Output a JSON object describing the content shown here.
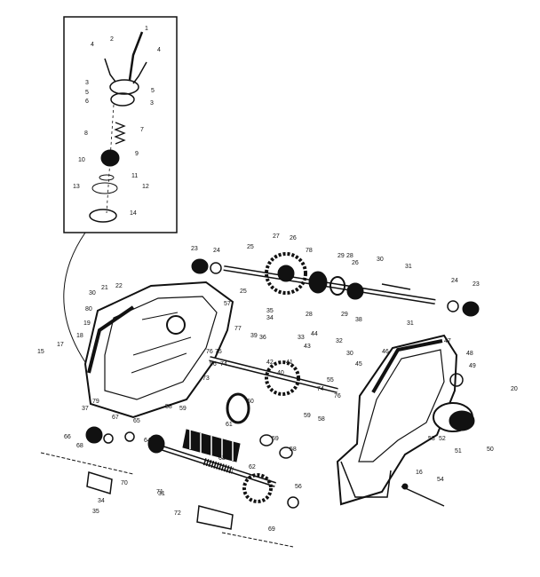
{
  "diagram": {
    "callouts": [
      "1",
      "2",
      "3",
      "4",
      "5",
      "6",
      "7",
      "8",
      "9",
      "10",
      "11",
      "12",
      "13",
      "14",
      "15",
      "16",
      "17",
      "18",
      "19",
      "20",
      "21",
      "22",
      "23",
      "24",
      "25",
      "26",
      "27",
      "28",
      "29",
      "30",
      "31",
      "32",
      "33",
      "34",
      "35",
      "36",
      "37",
      "38",
      "39",
      "40",
      "41",
      "42",
      "43",
      "44",
      "45",
      "46",
      "47",
      "48",
      "49",
      "50",
      "51",
      "52",
      "53",
      "54",
      "55",
      "56",
      "57",
      "58",
      "59",
      "60",
      "61",
      "62",
      "63",
      "64",
      "65",
      "66",
      "67",
      "68",
      "69",
      "70",
      "71",
      "72",
      "73",
      "74",
      "75",
      "76",
      "77",
      "78",
      "79",
      "80"
    ]
  }
}
